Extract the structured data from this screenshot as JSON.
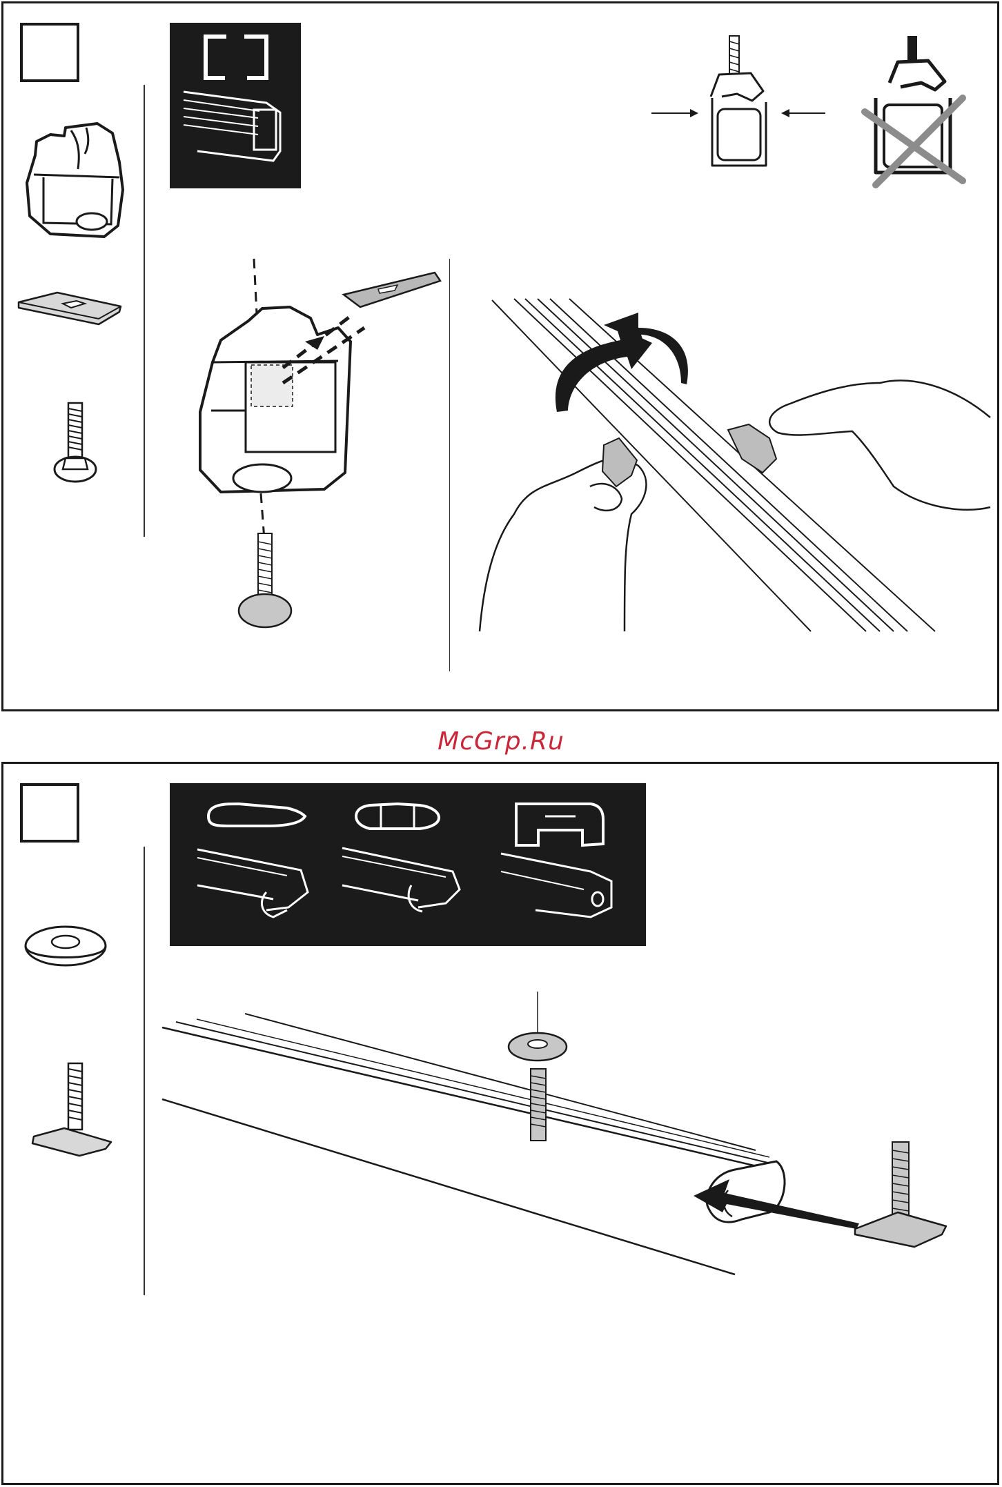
{
  "watermark": {
    "text": "McGrp.Ru"
  },
  "colors": {
    "line": "#1a1a1a",
    "fill_gray": "#bdbdbd",
    "watermark": "#c8283a",
    "dark_panel": "#1b1b1b"
  },
  "top_panel": {
    "step_number": "",
    "parts": [
      "clamp-bracket",
      "rubber-pad",
      "t-bolt"
    ],
    "profile_box": "square-bar-profile",
    "check_icons": [
      "correct-fit",
      "wrong-fit-cross"
    ]
  },
  "bottom_panel": {
    "step_number": "",
    "parts": [
      "washer",
      "t-bolt-flat"
    ],
    "profiles": [
      "wing-bar-profile",
      "aero-bar-profile",
      "pro-bar-profile"
    ]
  }
}
